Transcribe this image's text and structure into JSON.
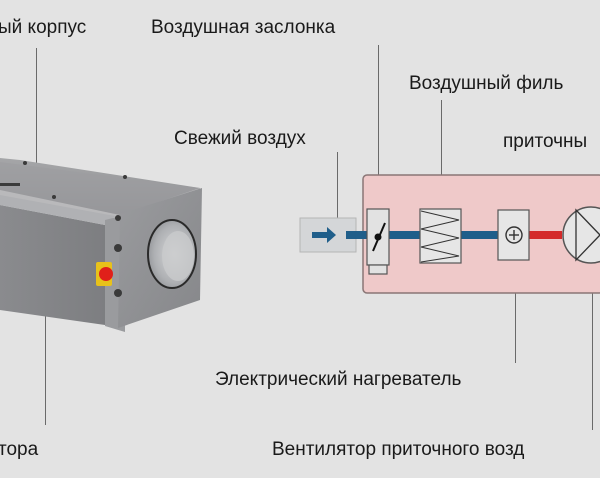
{
  "labels": {
    "housing": "ый корпус",
    "damper": "Воздушная заслонка",
    "filter": "Воздушный филь",
    "fresh_air": "Свежий воздух",
    "supply": "приточны",
    "heater": "Электрический нагреватель",
    "fan": "Вентилятор приточного возд",
    "motor": "тора"
  },
  "colors": {
    "background": "#e3e3e3",
    "unit_panel": "#efc9c9",
    "cold_duct": "#1f5e8a",
    "hot_duct": "#d42a2a",
    "switch_red": "#e0201a",
    "switch_yellow": "#e8c21a"
  }
}
